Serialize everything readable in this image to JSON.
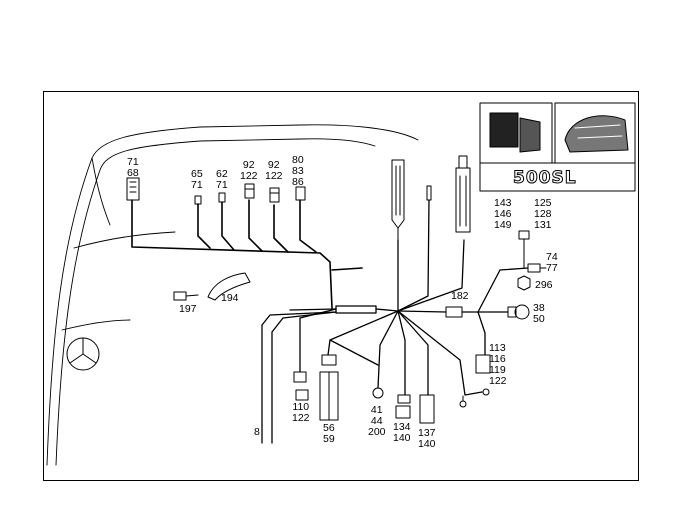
{
  "diagram": {
    "model_badge": "500SL",
    "callouts": {
      "c71_68": [
        "71",
        "68"
      ],
      "c65_71": [
        "65",
        "71"
      ],
      "c62_71": [
        "62",
        "71"
      ],
      "c92_122a": [
        "92",
        "122"
      ],
      "c92_122b": [
        "92",
        "122"
      ],
      "c80_83_86": [
        "80",
        "83",
        "86"
      ],
      "c143": [
        "143",
        "146",
        "149"
      ],
      "c125": [
        "125",
        "128",
        "131"
      ],
      "c74_77": [
        "74",
        "77"
      ],
      "c296": [
        "296"
      ],
      "c182": [
        "182"
      ],
      "c38_50": [
        "38",
        "50"
      ],
      "c197": [
        "197"
      ],
      "c194": [
        "194"
      ],
      "c113": [
        "113",
        "116",
        "119",
        "122"
      ],
      "c110_122": [
        "110",
        "122"
      ],
      "c56_59": [
        "56",
        "59"
      ],
      "c41": [
        "41",
        "44",
        "200"
      ],
      "c134_140": [
        "134",
        "140"
      ],
      "c137_140": [
        "137",
        "140"
      ],
      "c8": [
        "8"
      ]
    }
  }
}
